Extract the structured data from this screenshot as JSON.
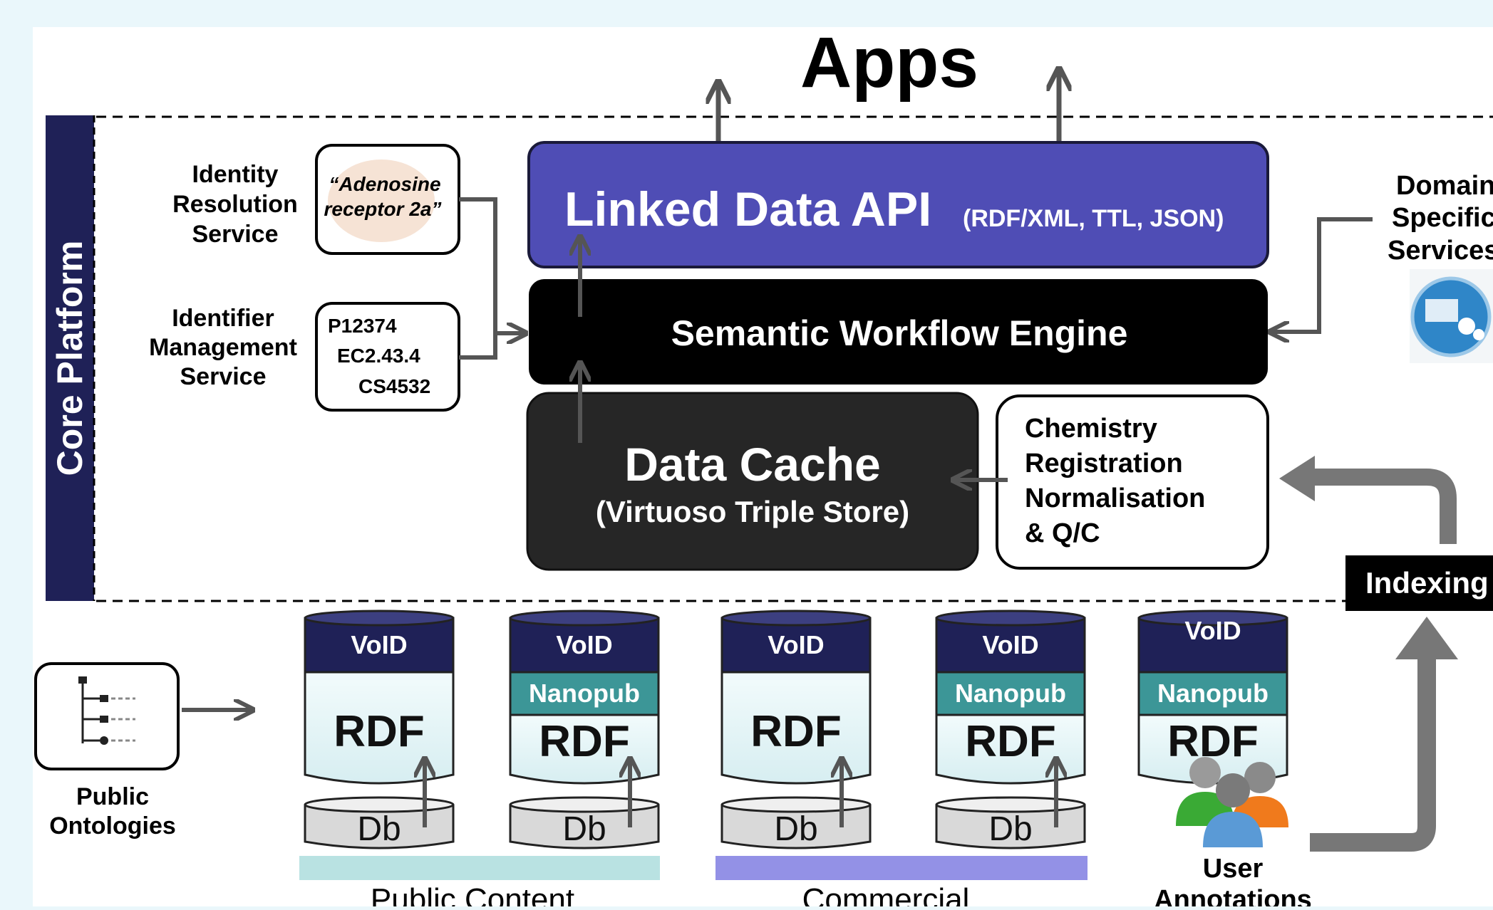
{
  "title": "Apps",
  "core_platform_label": "Core Platform",
  "identity_service": {
    "lines": [
      "Identity",
      "Resolution",
      "Service"
    ],
    "example": [
      "“Adenosine",
      "receptor 2a”"
    ]
  },
  "identifier_service": {
    "lines": [
      "Identifier",
      "Management",
      "Service"
    ],
    "ids": [
      "P12374",
      "EC2.43.4",
      "CS4532"
    ]
  },
  "linked_data_api": {
    "title": "Linked Data API",
    "formats": "(RDF/XML, TTL, JSON)"
  },
  "workflow_engine": "Semantic Workflow Engine",
  "data_cache": {
    "title": "Data Cache",
    "subtitle": "(Virtuoso Triple Store)"
  },
  "chemistry_box": [
    "Chemistry",
    "Registration",
    "Normalisation",
    "& Q/C"
  ],
  "domain_service": [
    "Domain",
    "Specific",
    "Services"
  ],
  "indexing": "Indexing",
  "public_ontologies": [
    "Public",
    "Ontologies"
  ],
  "stack_labels": {
    "void": "VoID",
    "nanopub": "Nanopub",
    "rdf": "RDF",
    "db": "Db"
  },
  "user_annotations": [
    "User",
    "Annotations"
  ],
  "groups": {
    "public": "Public Content",
    "commercial": "Commercial"
  },
  "colors": {
    "api": "#4f4db5",
    "engine": "#000000",
    "cache": "#262626",
    "void": "#1f2157",
    "nanopub": "#3c9697",
    "rdf": "#e3f6f8",
    "core": "#1f2157",
    "public_bar": "#b9e2e2",
    "commercial_bar": "#9391e6"
  }
}
